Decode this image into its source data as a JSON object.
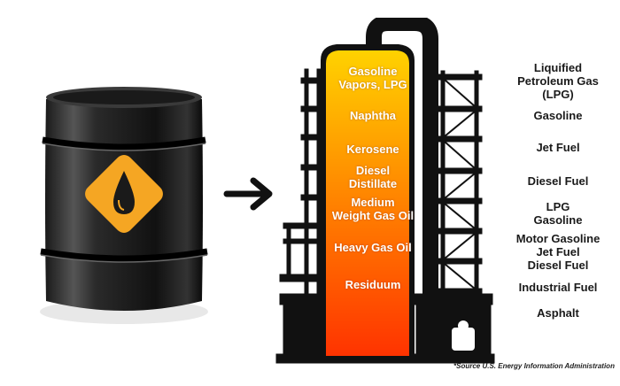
{
  "fractions": [
    {
      "label": "Gasoline Vapors, LPG",
      "lines": [
        "Gasoline",
        "Vapors, LPG"
      ]
    },
    {
      "label": "Naphtha",
      "lines": [
        "Naphtha"
      ]
    },
    {
      "label": "Kerosene",
      "lines": [
        "Kerosene"
      ]
    },
    {
      "label": "Diesel Distillate",
      "lines": [
        "Diesel",
        "Distillate"
      ]
    },
    {
      "label": "Medium Weight Gas Oil",
      "lines": [
        "Medium",
        "Weight Gas Oil"
      ]
    },
    {
      "label": "Heavy Gas Oil",
      "lines": [
        "Heavy Gas Oil"
      ]
    },
    {
      "label": "Residuum",
      "lines": [
        "Residuum"
      ]
    }
  ],
  "products": [
    {
      "label": "Liquified Petroleum Gas (LPG)",
      "lines": [
        "Liquified",
        "Petroleum Gas",
        "(LPG)"
      ]
    },
    {
      "label": "Gasoline",
      "lines": [
        "Gasoline"
      ]
    },
    {
      "label": "Jet Fuel",
      "lines": [
        "Jet Fuel"
      ]
    },
    {
      "label": "Diesel Fuel",
      "lines": [
        "Diesel Fuel"
      ]
    },
    {
      "label": "LPG Gasoline",
      "lines": [
        "LPG",
        "Gasoline"
      ]
    },
    {
      "label": "Motor Gasoline Jet Fuel Diesel Fuel",
      "lines": [
        "Motor Gasoline",
        "Jet Fuel",
        "Diesel Fuel"
      ]
    },
    {
      "label": "Industrial Fuel",
      "lines": [
        "Industrial Fuel"
      ]
    },
    {
      "label": "Asphalt",
      "lines": [
        "Asphalt"
      ]
    }
  ],
  "source": "*Source U.S. Energy Information Administration",
  "colors": {
    "column_top": "#FFD200",
    "column_mid": "#FF7A00",
    "column_bottom": "#FF3300",
    "structure": "#111111",
    "emblem": "#F5A623"
  },
  "icons": [
    "oil-barrel-icon",
    "oil-drop-icon",
    "arrow-right-icon"
  ]
}
